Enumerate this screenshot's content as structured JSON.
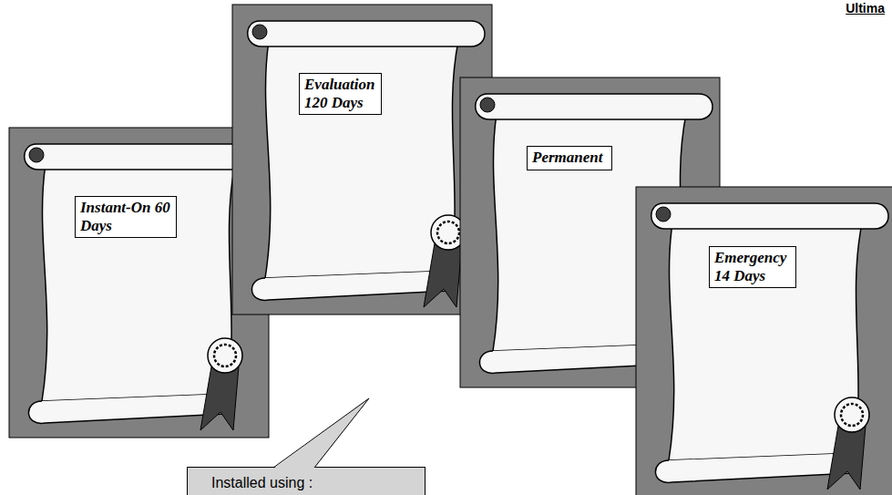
{
  "diagram": {
    "nodes": [
      {
        "text": [
          "Instant-On 60 Days"
        ]
      },
      {
        "text": [
          "Evaluation 120 Days"
        ]
      },
      {
        "text": [
          "Permanent"
        ]
      },
      {
        "text": [
          "Emergency 14 Days"
        ]
      },
      {
        "text": [
          "Installed using :"
        ]
      }
    ],
    "labels": [
      "Ultima"
    ]
  }
}
